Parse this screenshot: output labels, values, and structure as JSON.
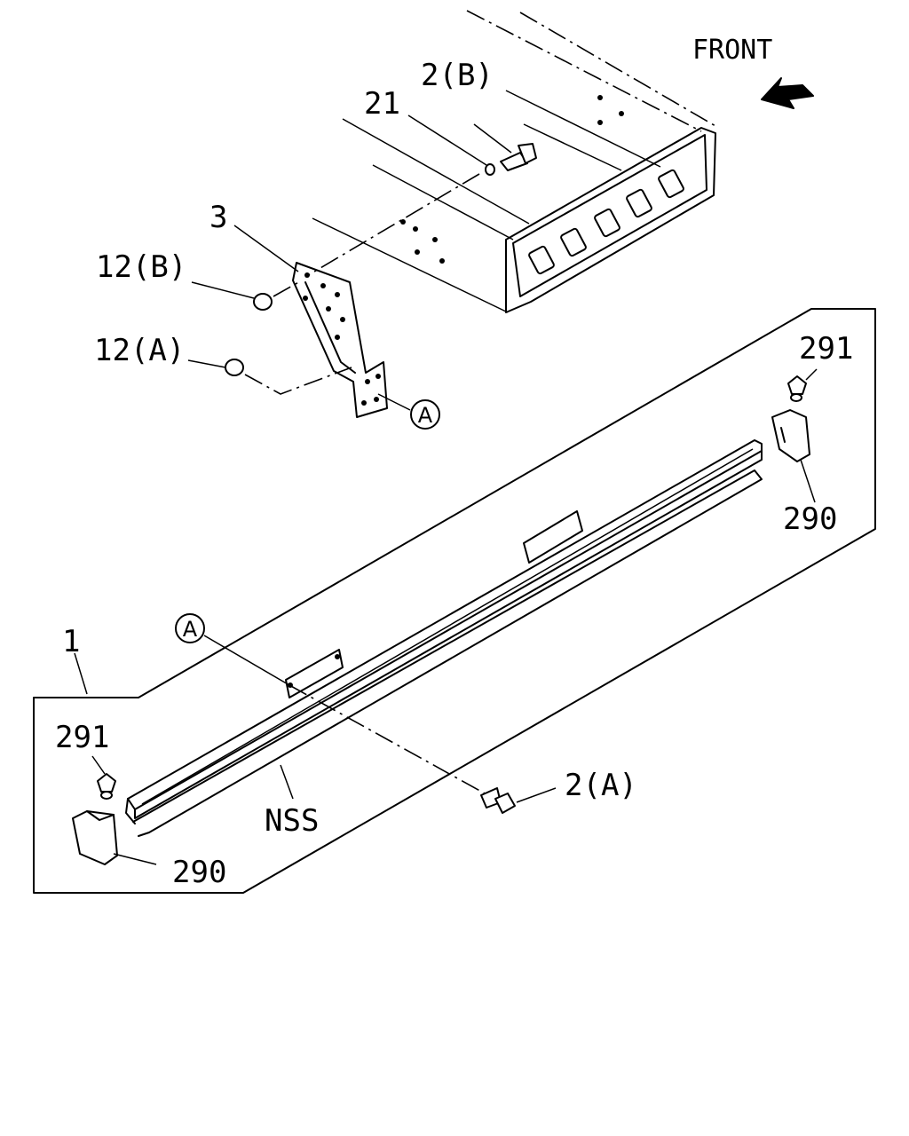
{
  "direction_label": "FRONT",
  "callouts": {
    "bolt_b": "2(B)",
    "washer": "21",
    "bracket": "3",
    "nut_b": "12(B)",
    "nut_a": "12(A)",
    "ref_a_top": "A",
    "ref_a_bottom": "A",
    "grommet_top": "291",
    "cap_top": "290",
    "assembly": "1",
    "grommet_bottom": "291",
    "cap_bottom": "290",
    "side_label": "NSS",
    "bolt_a": "2(A)"
  }
}
